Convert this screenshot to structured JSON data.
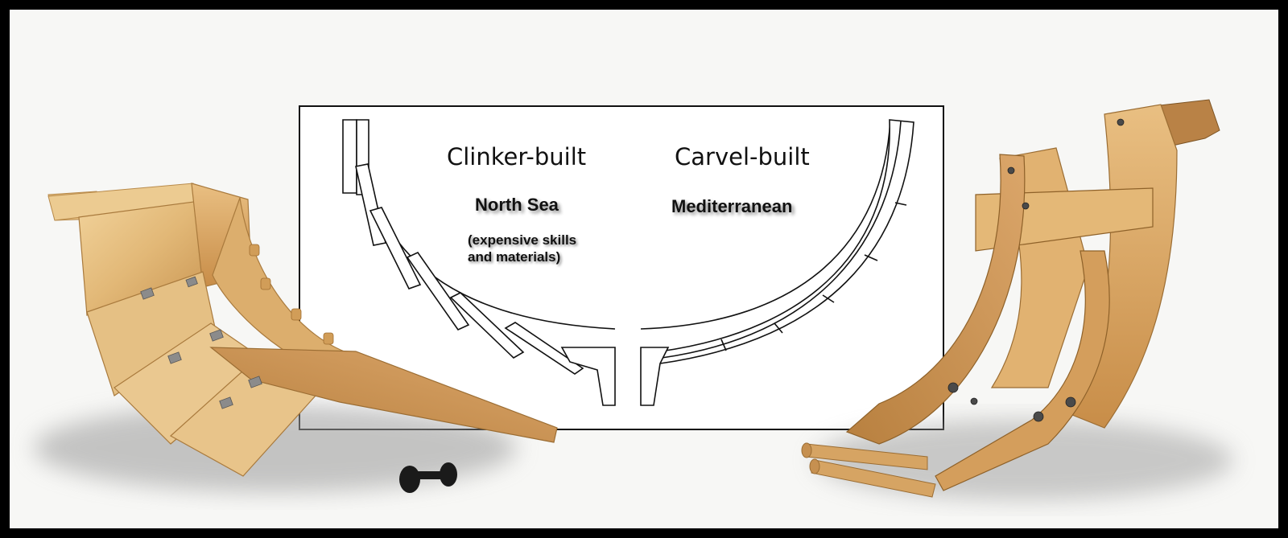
{
  "clinker": {
    "title": "Clinker-built",
    "region": "North Sea",
    "note_line1": "(expensive skills",
    "note_line2": "and materials)"
  },
  "carvel": {
    "title": "Carvel-built",
    "region": "Mediterranean"
  },
  "colors": {
    "frame": "#000000",
    "background": "#f7f7f5",
    "wood_light": "#e8c48a",
    "wood_mid": "#d4a35e",
    "wood_dark": "#b07a3a"
  }
}
